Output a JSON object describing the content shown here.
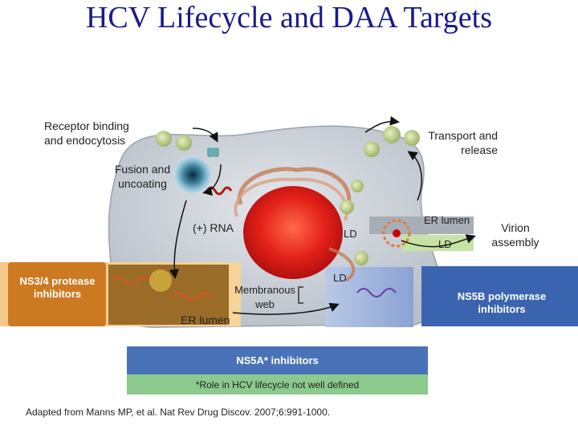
{
  "title": "HCV Lifecycle and DAA Targets",
  "labels": {
    "receptor": "Receptor binding and endocytosis",
    "transport": "Transport and release",
    "fusion": "Fusion and uncoating",
    "rna": "(+) RNA",
    "ld_center": "LD",
    "er_lumen_right": "ER lumen",
    "ld_right": "LD",
    "virion": "Virion assembly",
    "ld_lower": "LD",
    "membranous": "Membranous web",
    "er_lumen_bottom": "ER lumen"
  },
  "targets": {
    "ns34": "NS3/4 protease inhibitors",
    "ns5b": "NS5B polymerase inhibitors",
    "ns5a": "NS5A* inhibitors",
    "note": "*Role in HCV lifecycle not well defined"
  },
  "citation": "Adapted from Manns MP, et al. Nat Rev Drug Discov. 2007;6:991-1000.",
  "colors": {
    "title": "#1a1a8c",
    "ns34_box": "#cc7a22",
    "ns5b_box": "#3a64b0",
    "ns5a_bar": "#4a72b8",
    "note_bar": "#8cc98c",
    "cell": "#c9cfd6",
    "nucleus": "#e02020"
  }
}
